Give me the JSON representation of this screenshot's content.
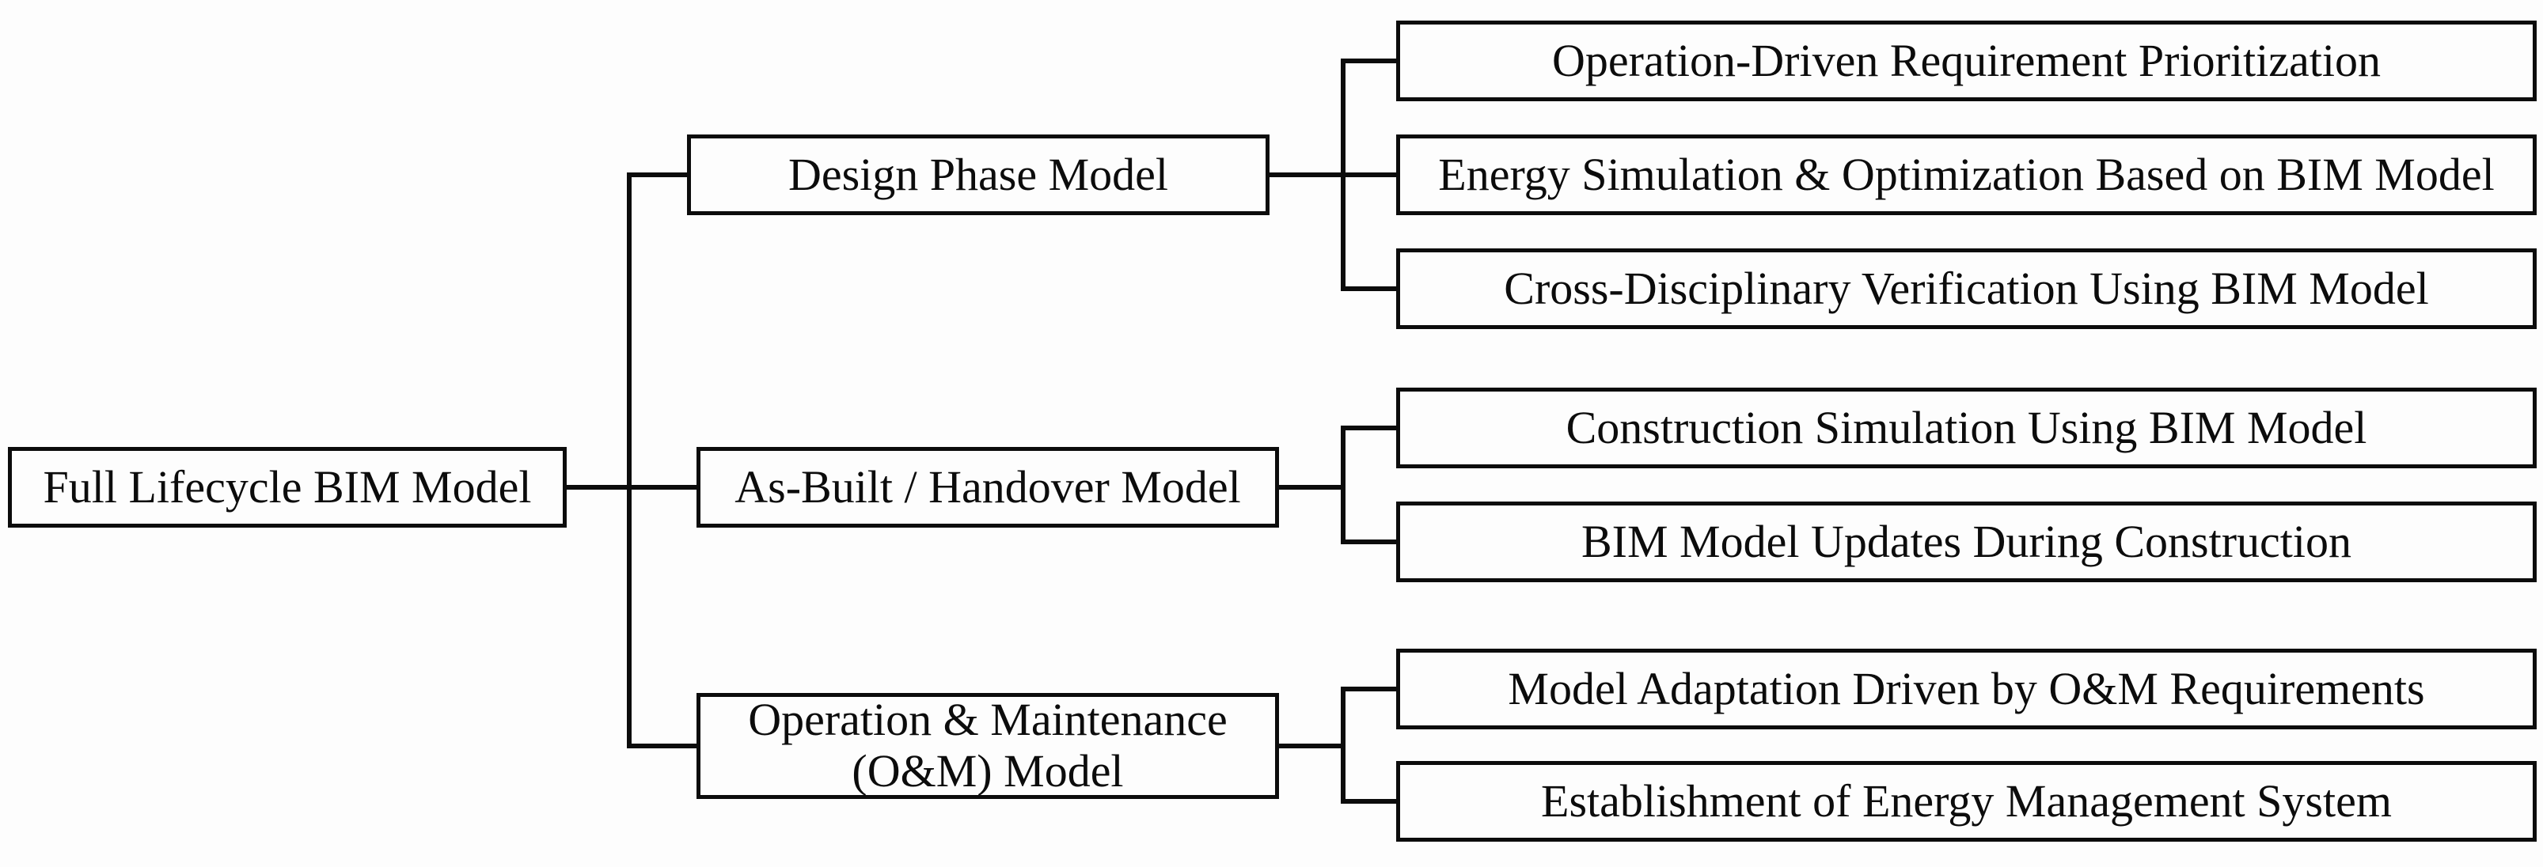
{
  "diagram": {
    "colors": {
      "line": "#0c0c0c",
      "background": "#fdfdfd",
      "text": "#0c0c0c"
    },
    "root": {
      "label": "Full Lifecycle BIM Model"
    },
    "groups": [
      {
        "parent": {
          "label": "Design Phase Model"
        },
        "children": [
          {
            "label": "Operation-Driven Requirement Prioritization"
          },
          {
            "label": "Energy Simulation & Optimization Based on BIM Model"
          },
          {
            "label": "Cross-Disciplinary Verification Using BIM Model"
          }
        ]
      },
      {
        "parent": {
          "label": "As-Built / Handover Model"
        },
        "children": [
          {
            "label": "Construction Simulation Using BIM Model"
          },
          {
            "label": "BIM Model Updates During Construction"
          }
        ]
      },
      {
        "parent": {
          "label": "Operation & Maintenance\n(O&M) Model"
        },
        "children": [
          {
            "label": "Model Adaptation Driven by O&M Requirements"
          },
          {
            "label": "Establishment of Energy Management System"
          }
        ]
      }
    ]
  }
}
